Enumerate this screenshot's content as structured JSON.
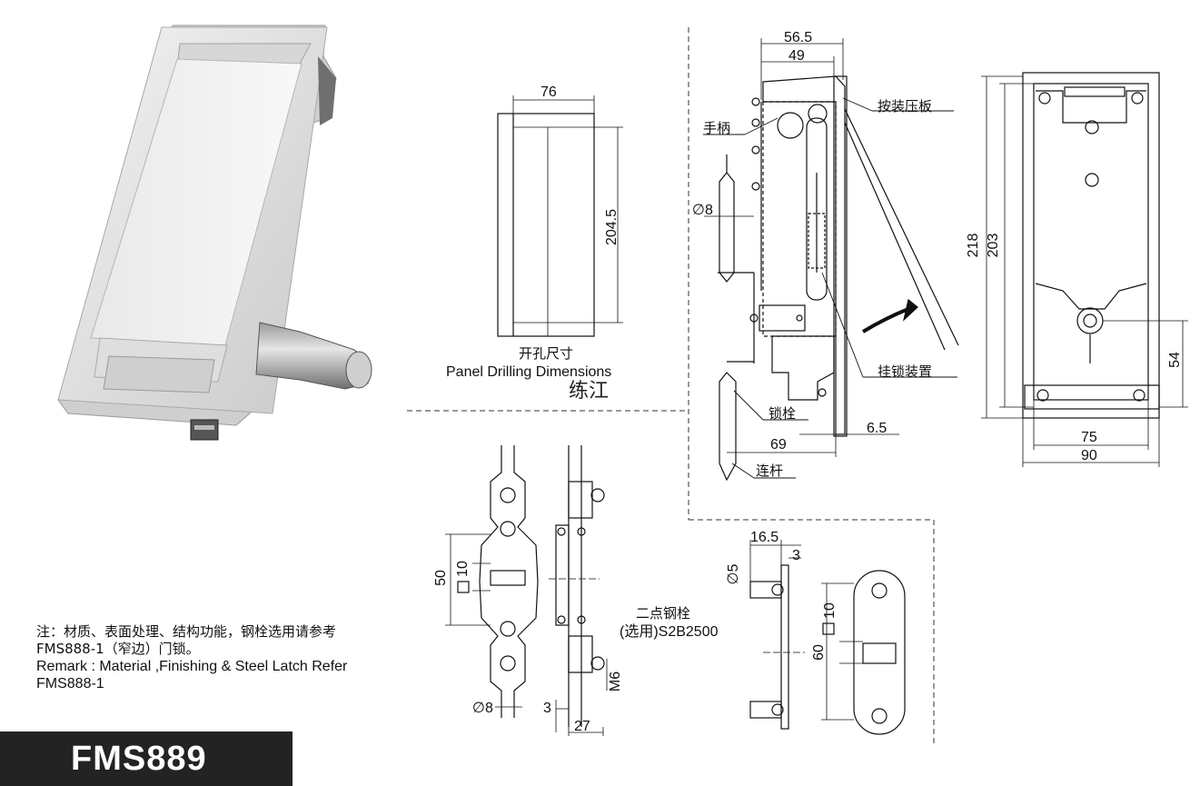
{
  "product": {
    "model": "FMS889"
  },
  "drilling": {
    "title_cn": "开孔尺寸",
    "title_en": "Panel Drilling Dimensions",
    "width": "76",
    "height": "204.5"
  },
  "watermark": "练江",
  "side_view": {
    "dim_top_outer": "56.5",
    "dim_top_inner": "49",
    "dim_pin": "∅8",
    "dim_bottom": "69",
    "dim_gap": "6.5",
    "label_plate": "按装压板",
    "label_handle": "手柄",
    "label_padlock": "挂锁装置",
    "label_bolt": "锁栓",
    "label_rod": "连杆"
  },
  "front_view": {
    "dim_total_h": "218",
    "dim_inner_h": "203",
    "dim_lock_h": "54",
    "dim_inner_w": "75",
    "dim_total_w": "90"
  },
  "latch": {
    "dim_50": "50",
    "dim_sq10": "10",
    "dim_pin8": "∅8",
    "dim_3": "3",
    "dim_27": "27",
    "dim_m6": "M6",
    "name_cn": "二点钢栓",
    "name_code": "(选用)S2B2500"
  },
  "cam": {
    "dim_16_5": "16.5",
    "dim_3": "3",
    "dim_5": "∅5",
    "dim_60": "60",
    "dim_sq10": "10"
  },
  "note": {
    "line1": "注：材质、表面处理、结构功能，钢栓选用请参考",
    "line2": "FMS888-1（窄边）门锁。",
    "line3": "Remark : Material ,Finishing & Steel Latch Refer",
    "line4": "FMS888-1"
  }
}
